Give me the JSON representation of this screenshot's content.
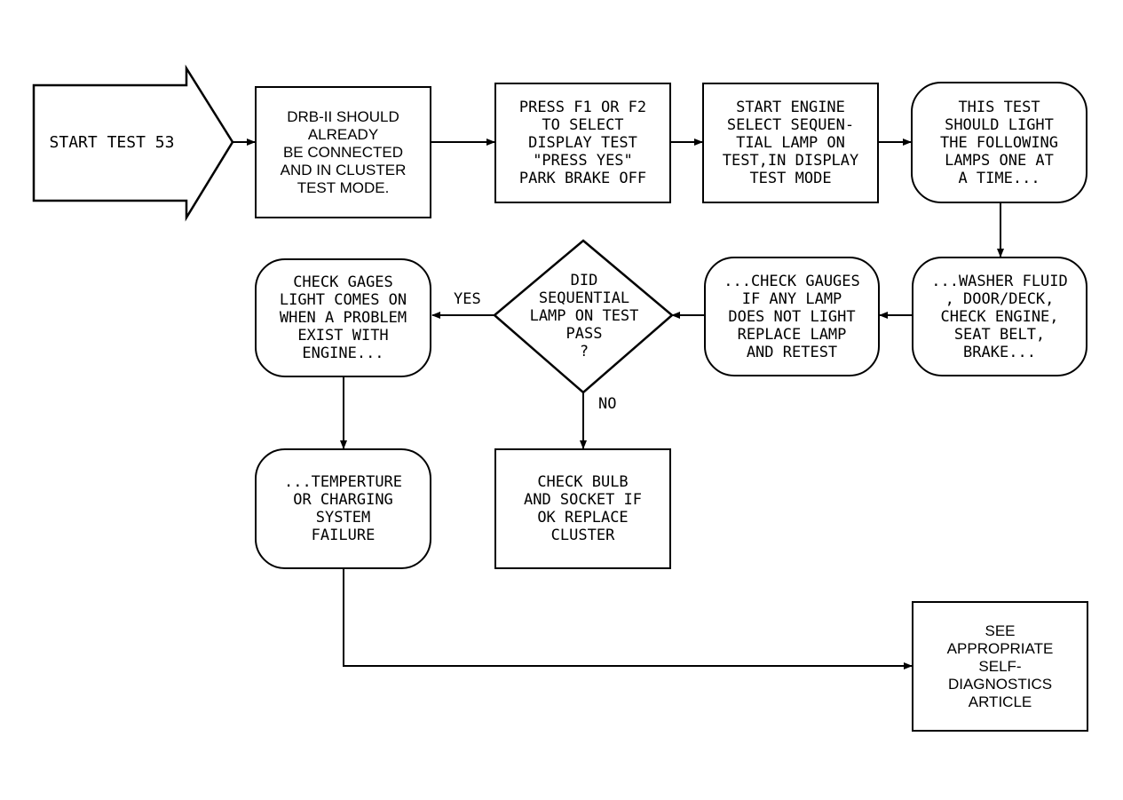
{
  "start": {
    "label": "START TEST 53"
  },
  "steps": {
    "drb": "DRB-II SHOULD\nALREADY\nBE CONNECTED\nAND IN CLUSTER\nTEST MODE.",
    "press": "PRESS F1 OR F2\nTO SELECT\nDISPLAY TEST\n\"PRESS YES\"\nPARK BRAKE OFF",
    "start_engine": "START ENGINE\nSELECT SEQUEN-\nTIAL LAMP ON\nTEST,IN DISPLAY\nTEST MODE",
    "this_test": "THIS TEST\nSHOULD LIGHT\nTHE FOLLOWING\nLAMPS ONE AT\nA TIME...",
    "washer": "...WASHER FLUID\n, DOOR/DECK,\nCHECK ENGINE,\nSEAT BELT,\nBRAKE...",
    "check_gauges": "...CHECK GAUGES\nIF ANY LAMP\nDOES NOT LIGHT\nREPLACE LAMP\nAND RETEST",
    "check_gages": "CHECK GAGES\nLIGHT COMES ON\nWHEN A PROBLEM\nEXIST WITH\nENGINE...",
    "temperature": "...TEMPERTURE\nOR CHARGING\nSYSTEM\nFAILURE",
    "check_bulb": "CHECK BULB\nAND SOCKET IF\nOK REPLACE\nCLUSTER",
    "see_article": "SEE\nAPPROPRIATE\nSELF-\nDIAGNOSTICS\nARTICLE"
  },
  "decision": {
    "question": "DID\nSEQUENTIAL\nLAMP ON TEST\nPASS\n?",
    "yes_label": "YES",
    "no_label": "NO"
  }
}
